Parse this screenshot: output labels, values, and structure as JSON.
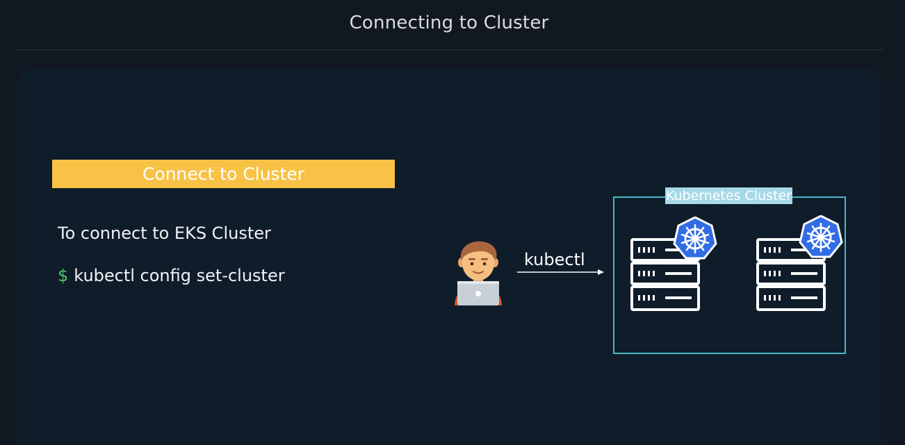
{
  "header": {
    "title": "Connecting to Cluster"
  },
  "slide": {
    "banner_label": "Connect to Cluster",
    "description": "To connect to EKS Cluster",
    "command": {
      "prompt": "$",
      "text": "kubectl config set-cluster"
    },
    "arrow_label": "kubectl",
    "cluster_label": "Kubernetes Cluster",
    "icons": {
      "user": "developer-with-laptop-icon",
      "server": "server-rack-icon",
      "kubernetes": "kubernetes-helm-icon"
    }
  },
  "colors": {
    "background": "#121821",
    "panel": "#0f1c2a",
    "banner": "#f8c246",
    "prompt": "#4fc46a",
    "cluster_border": "#4bb8c8",
    "cluster_label_bg": "#a7d9e8",
    "kubernetes_blue": "#326ce5"
  }
}
